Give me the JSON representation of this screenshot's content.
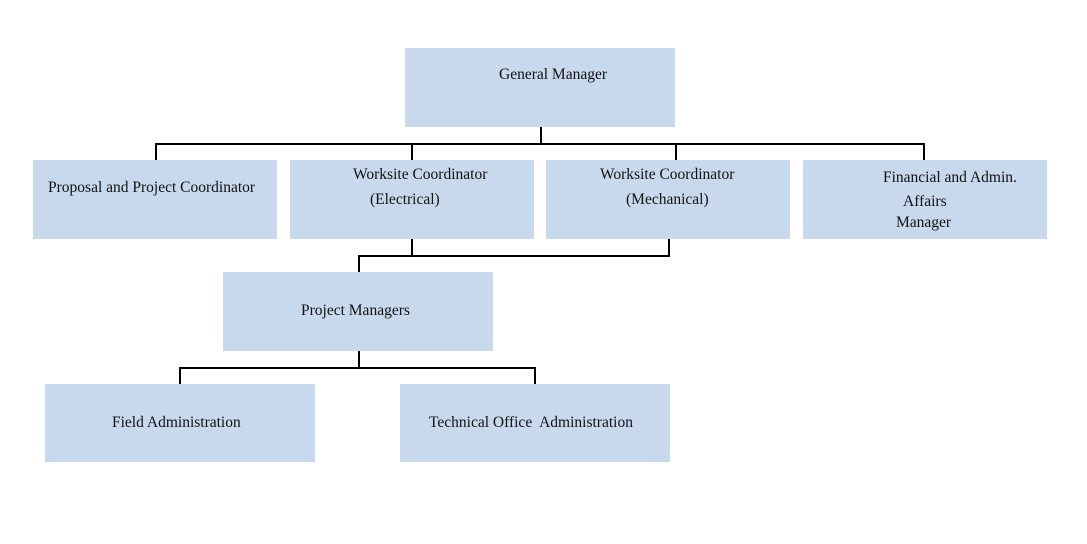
{
  "org_chart": {
    "general_manager": {
      "label": "General Manager"
    },
    "proposal_coordinator": {
      "label": "Proposal and Project Coordinator"
    },
    "worksite_electrical": {
      "line1": "Worksite Coordinator",
      "line2": "(Electrical)"
    },
    "worksite_mechanical": {
      "line1": "Worksite Coordinator",
      "line2": "(Mechanical)"
    },
    "financial_manager": {
      "line1": "Financial and Admin.",
      "line2": "Affairs",
      "line3": "Manager"
    },
    "project_managers": {
      "label": "Project Managers"
    },
    "field_administration": {
      "label": "Field Administration"
    },
    "technical_office": {
      "label": "Technical Office  Administration"
    }
  },
  "colors": {
    "box_fill": "#c9d9ed",
    "connector": "#000000",
    "text": "#111111"
  }
}
